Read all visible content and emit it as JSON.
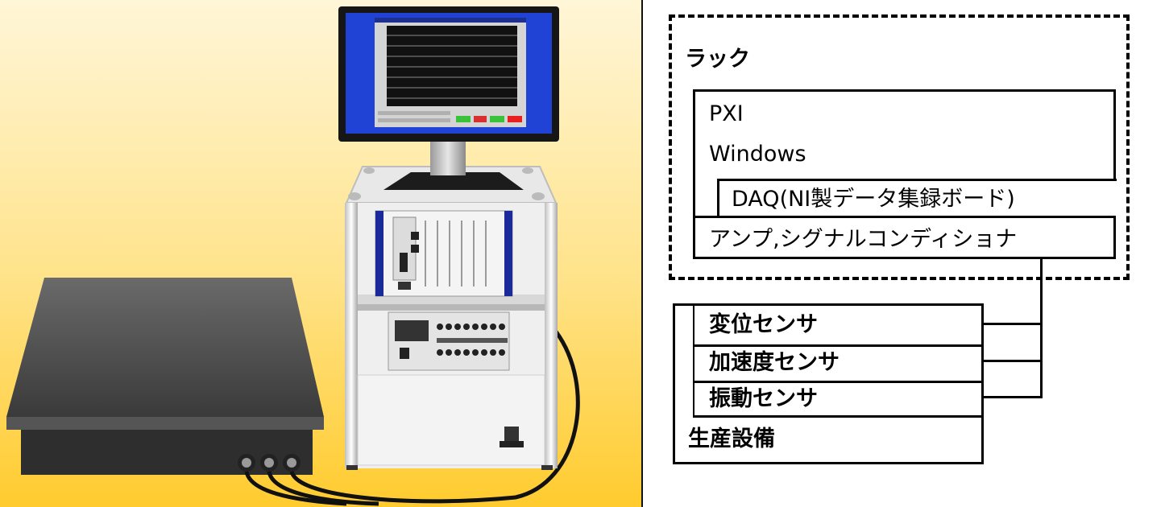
{
  "colors": {
    "background_gradient_top": "#fff4d2",
    "background_gradient_bottom": "#ffcc33",
    "monitor_screen": "#1f3fd6",
    "plate": "#3c3c3c"
  },
  "system_diagram": {
    "rack_label": "ラック",
    "pxi_label": "PXI",
    "os_label": "Windows",
    "daq_label": "DAQ(NI製データ集録ボード)",
    "amp_label": "アンプ,シグナルコンディショナ",
    "sensors": [
      "変位センサ",
      "加速度センサ",
      "振動センサ"
    ],
    "equipment_label": "生産設備"
  }
}
